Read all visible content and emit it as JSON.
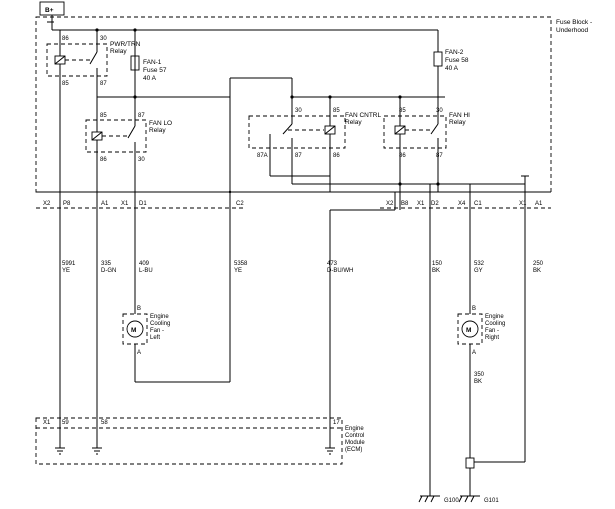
{
  "power_source": {
    "label": "B+"
  },
  "fuse_block": {
    "label_line1": "Fuse Block -",
    "label_line2": "Underhood"
  },
  "relays": {
    "pwr_trn": {
      "line1": "PWR/TRN",
      "line2": "Relay",
      "pin_86": "86",
      "pin_30": "30",
      "pin_85": "85",
      "pin_87": "87"
    },
    "fan_lo": {
      "line1": "FAN LO",
      "line2": "Relay",
      "pin_85": "85",
      "pin_87": "87",
      "pin_86": "86",
      "pin_30": "30"
    },
    "fan_cntrl": {
      "line1": "FAN CNTRL",
      "line2": "Relay",
      "pin_30": "30",
      "pin_85": "85",
      "pin_87a": "87A",
      "pin_87": "87",
      "pin_86": "86"
    },
    "fan_hi": {
      "line1": "FAN HI",
      "line2": "Relay",
      "pin_85": "85",
      "pin_86": "86",
      "pin_87": "87",
      "pin_30": "30"
    }
  },
  "fuses": {
    "fan1": {
      "line1": "FAN-1",
      "line2": "Fuse 57",
      "line3": "40 A"
    },
    "fan2": {
      "line1": "FAN-2",
      "line2": "Fuse 58",
      "line3": "40 A"
    }
  },
  "connector_pins": {
    "left": [
      "X2",
      "P8",
      "A1",
      "X1",
      "D1",
      "C2"
    ],
    "right": [
      "X2",
      "B8",
      "X1",
      "D2",
      "X4",
      "C1",
      "X1",
      "A1"
    ]
  },
  "wires": [
    {
      "circuit": "5991",
      "color": "YE"
    },
    {
      "circuit": "335",
      "color": "D-GN"
    },
    {
      "circuit": "409",
      "color": "L-BU"
    },
    {
      "circuit": "5358",
      "color": "YE"
    },
    {
      "circuit": "473",
      "color": "D-BU/WH"
    },
    {
      "circuit": "150",
      "color": "BK"
    },
    {
      "circuit": "532",
      "color": "GY"
    },
    {
      "circuit": "250",
      "color": "BK"
    },
    {
      "circuit": "350",
      "color": "BK"
    }
  ],
  "motors": {
    "left": {
      "symbol": "M",
      "line1": "Engine",
      "line2": "Cooling",
      "line3": "Fan -",
      "line4": "Left",
      "pin_top": "B",
      "pin_bottom": "A"
    },
    "right": {
      "symbol": "M",
      "line1": "Engine",
      "line2": "Cooling",
      "line3": "Fan -",
      "line4": "Right",
      "pin_top": "B",
      "pin_bottom": "A"
    }
  },
  "ecm": {
    "pins": [
      "X1",
      "59",
      "58",
      "17"
    ],
    "label_line1": "Engine",
    "label_line2": "Control",
    "label_line3": "Module",
    "label_line4": "(ECM)"
  },
  "grounds": {
    "g100": "G100",
    "g101": "G101"
  }
}
